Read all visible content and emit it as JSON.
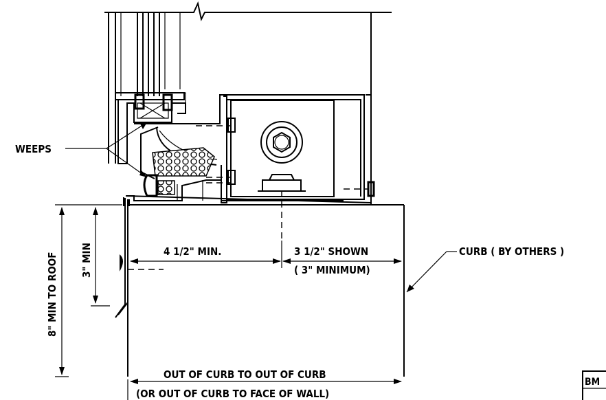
{
  "labels": {
    "weeps": "WEEPS",
    "min_to_roof": "8\" MIN TO ROOF",
    "three_min": "3\" MIN",
    "four_half_min": "4 1/2\" MIN.",
    "three_half_shown": "3 1/2\" SHOWN",
    "three_minimum": "( 3\" MINIMUM)",
    "curb_by_others": "CURB ( BY OTHERS )",
    "out_of_curb": "OUT OF CURB TO OUT OF CURB",
    "or_face_of_wall": "(OR OUT OF CURB TO FACE OF WALL)",
    "title_block": "BM"
  }
}
